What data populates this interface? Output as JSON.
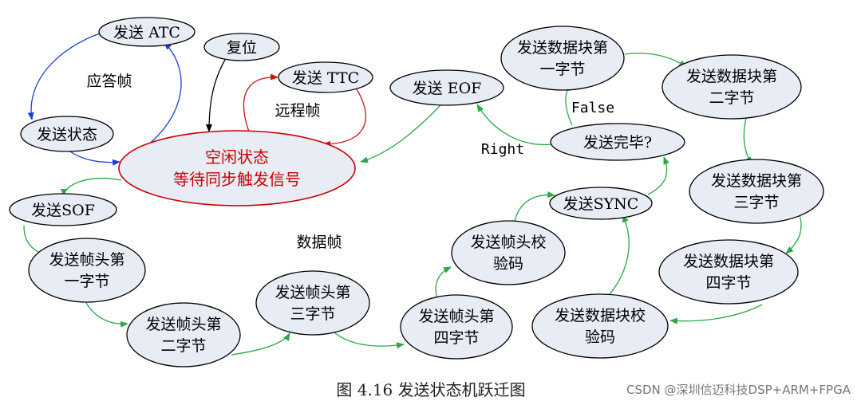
{
  "nodes": {
    "send_atc": "发送 ATC",
    "reset": "复位",
    "send_ttc": "发送 TTC",
    "send_status": "发送状态",
    "idle_line1": "空闲状态",
    "idle_line2": "等待同步触发信号",
    "send_sof": "发送SOF",
    "send_eof": "发送 EOF",
    "block1_line1": "发送数据块第",
    "block1_line2": "一字节",
    "block2_line1": "发送数据块第",
    "block2_line2": "二字节",
    "block3_line1": "发送数据块第",
    "block3_line2": "三字节",
    "block4_line1": "发送数据块第",
    "block4_line2": "四字节",
    "send_done": "发送完毕?",
    "send_sync": "发送SYNC",
    "hdr_crc_line1": "发送帧头校",
    "hdr_crc_line2": "验码",
    "hdr1_line1": "发送帧头第",
    "hdr1_line2": "一字节",
    "hdr2_line1": "发送帧头第",
    "hdr2_line2": "二字节",
    "hdr3_line1": "发送帧头第",
    "hdr3_line2": "三字节",
    "hdr4_line1": "发送帧头第",
    "hdr4_line2": "四字节",
    "blk_crc_line1": "发送数据块校",
    "blk_crc_line2": "验码"
  },
  "labels": {
    "answer_frame": "应答帧",
    "remote_frame": "远程帧",
    "data_frame": "数据帧",
    "false_label": "False",
    "right_label": "Right"
  },
  "caption": "图 4.16  发送状态机跃迁图",
  "watermark": "CSDN @深圳信迈科技DSP+ARM+FPGA",
  "colors": {
    "node_fill": "#e8ecf5",
    "idle_text": "#cc0000",
    "edge_green": "#2aa84a",
    "edge_blue": "#1a3fd6",
    "edge_red": "#d01010"
  }
}
